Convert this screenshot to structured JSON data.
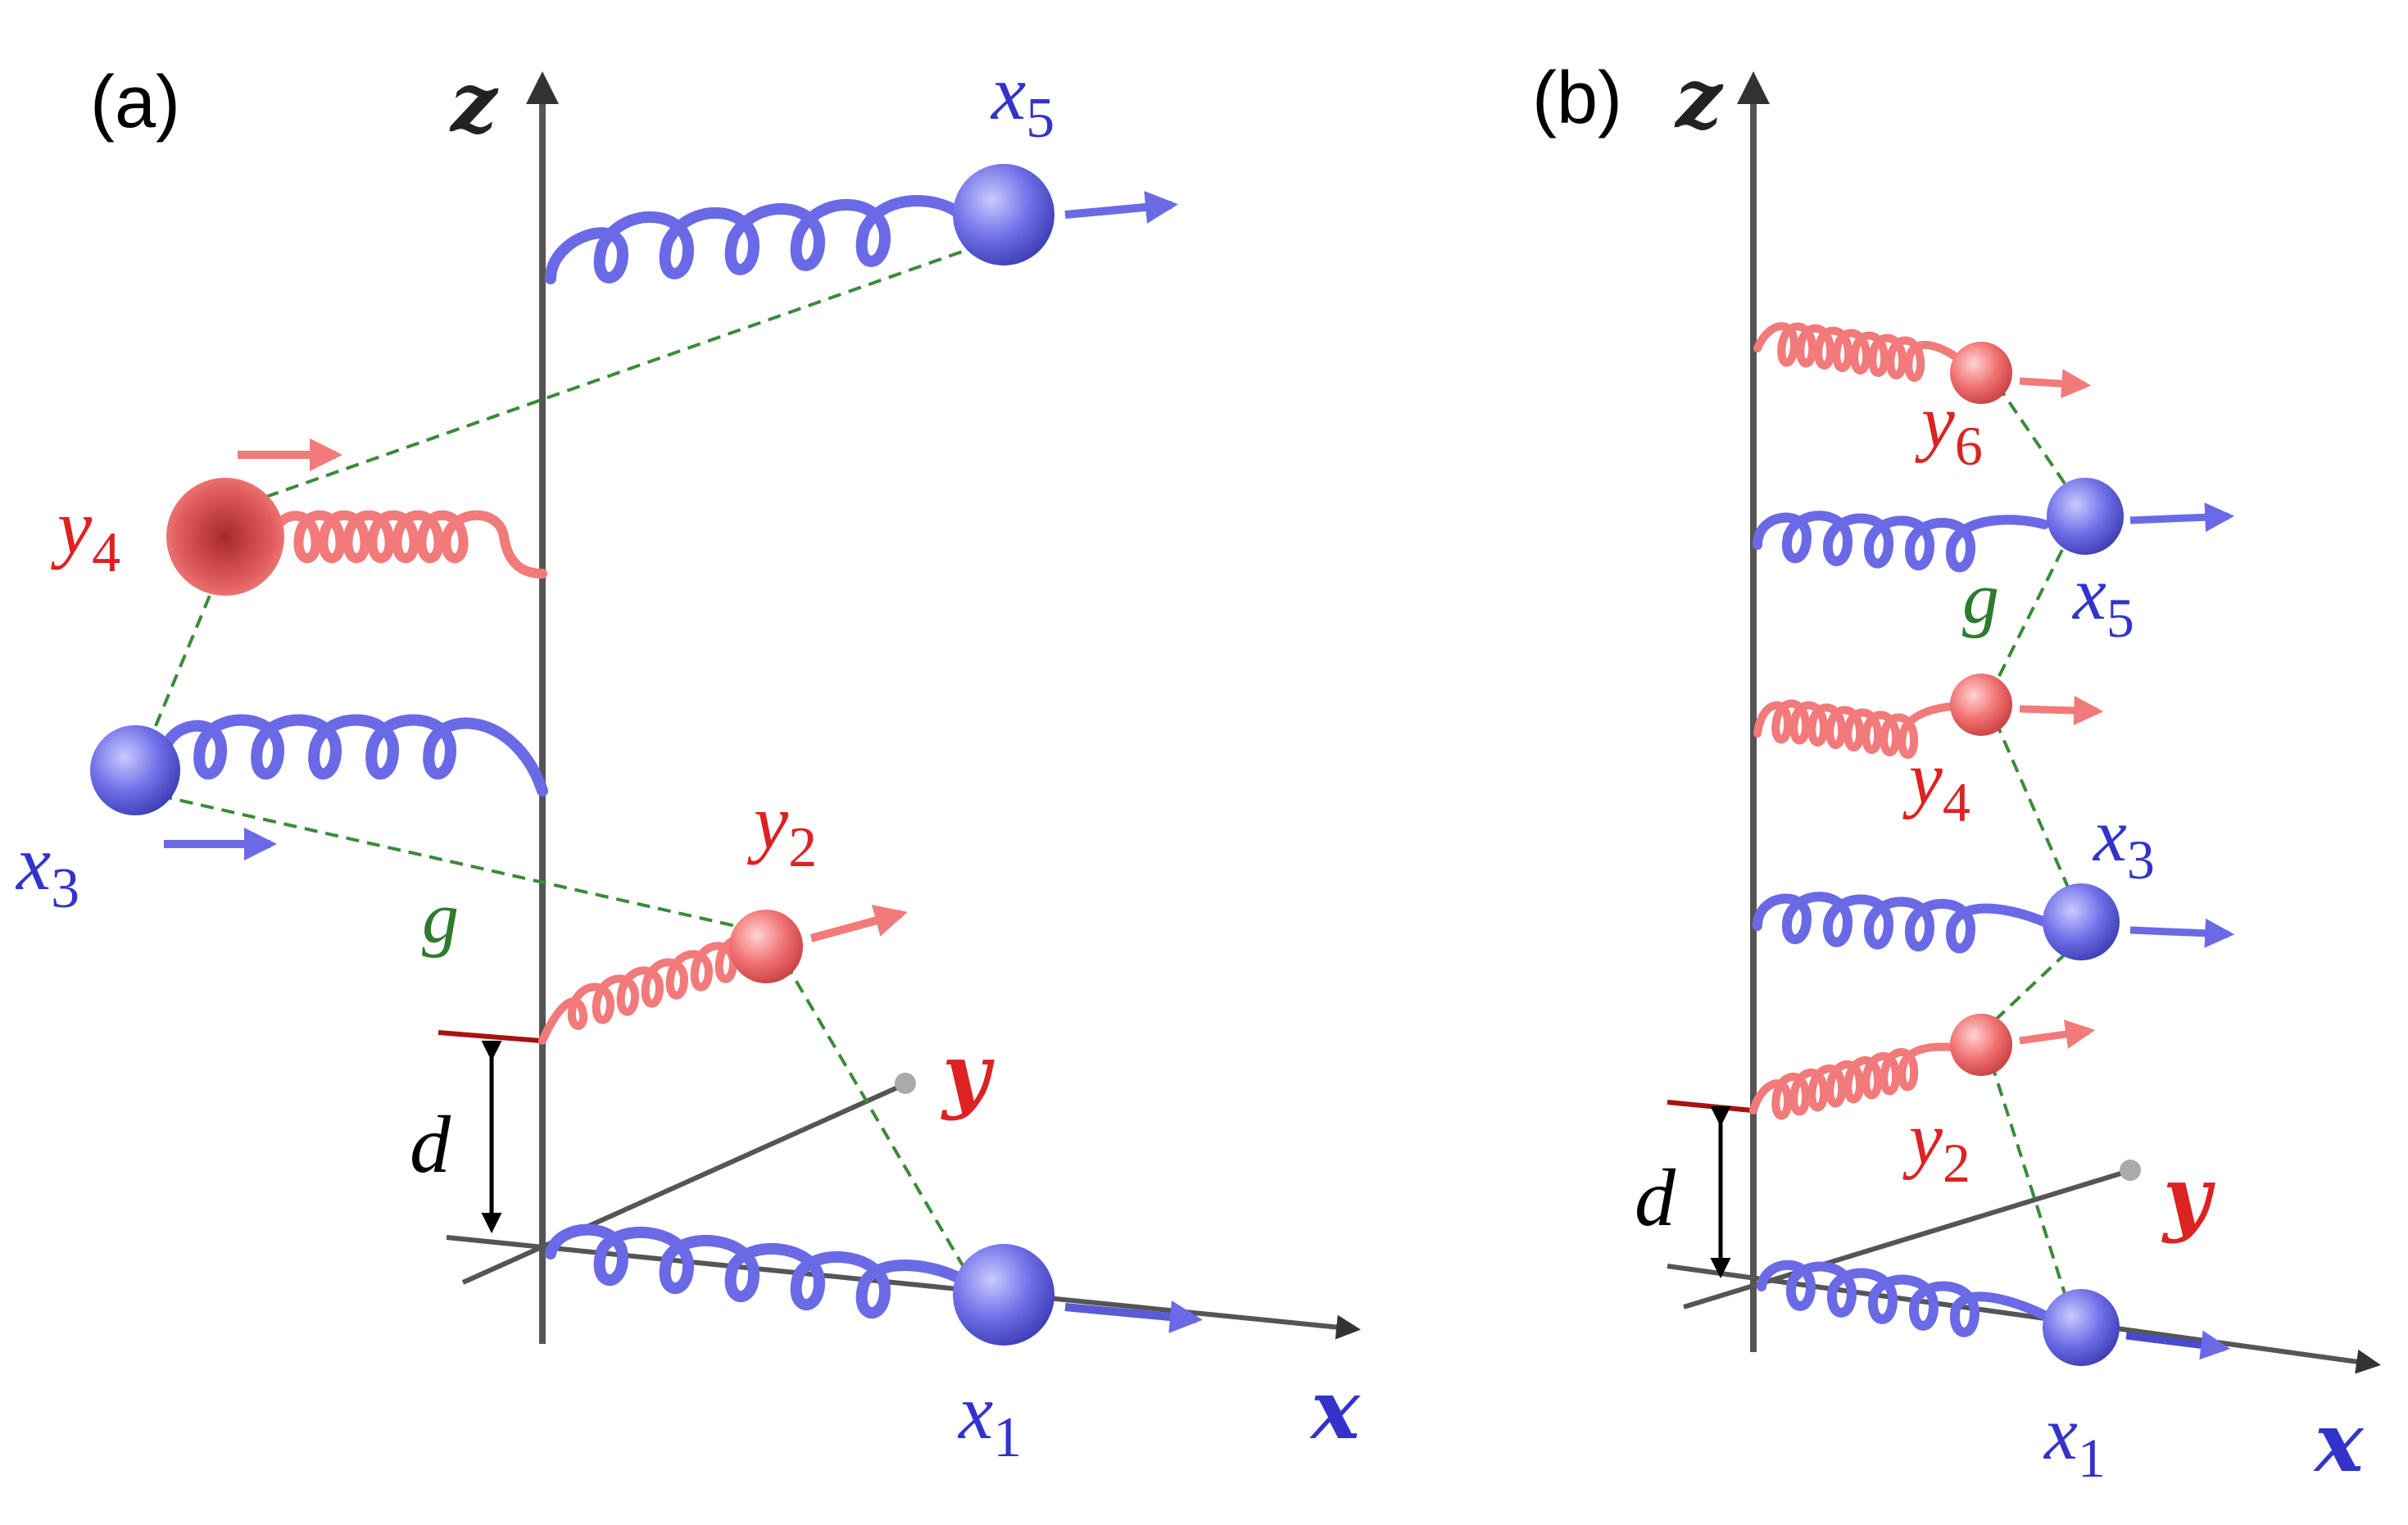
{
  "colors": {
    "blue": "#6a6ae6",
    "red": "#f27a7a",
    "green": "#2f7a2f",
    "axis": "#666666"
  },
  "panels": [
    {
      "label": "(a)",
      "axes": {
        "x": "x",
        "y": "y",
        "z": "z"
      },
      "distance_label": "d",
      "coupling_label": "g",
      "nodes": [
        {
          "var": "x",
          "sub": "5"
        },
        {
          "var": "y",
          "sub": "4"
        },
        {
          "var": "x",
          "sub": "3"
        },
        {
          "var": "y",
          "sub": "2"
        },
        {
          "var": "x",
          "sub": "1"
        }
      ]
    },
    {
      "label": "(b)",
      "axes": {
        "x": "x",
        "y": "y",
        "z": "z"
      },
      "distance_label": "d",
      "coupling_label": "g",
      "nodes": [
        {
          "var": "y",
          "sub": "6"
        },
        {
          "var": "x",
          "sub": "5"
        },
        {
          "var": "y",
          "sub": "4"
        },
        {
          "var": "x",
          "sub": "3"
        },
        {
          "var": "y",
          "sub": "2"
        },
        {
          "var": "x",
          "sub": "1"
        }
      ]
    }
  ]
}
